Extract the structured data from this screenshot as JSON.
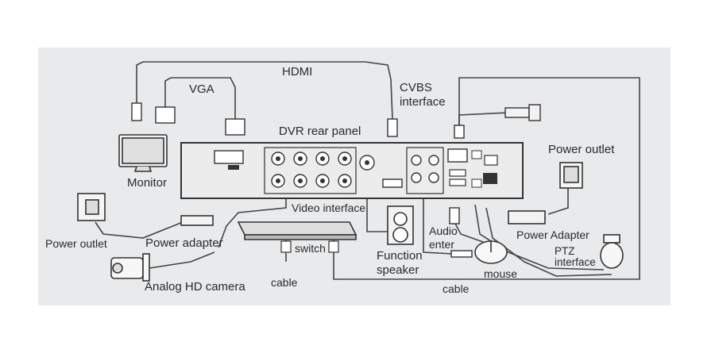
{
  "labels": {
    "hdmi": "HDMI",
    "vga": "VGA",
    "cvbs": "CVBS",
    "cvbs_interface": "interface",
    "dvr_rear_panel": "DVR rear panel",
    "power_outlet_right": "Power outlet",
    "monitor": "Monitor",
    "power_outlet_left": "Power outlet",
    "power_adapter_left": "Power adapter",
    "video_interface": "Video interface",
    "switch": "switch",
    "function_speaker_line1": "Function",
    "function_speaker_line2": "speaker",
    "audio_enter_line1": "Audio",
    "audio_enter_line2": "enter",
    "power_adapter_right": "Power Adapter",
    "ptz_line1": "PTZ",
    "ptz_line2": "interface",
    "mouse": "mouse",
    "cable_left": "cable",
    "cable_bottom": "cable",
    "analog_hd_camera": "Analog HD camera"
  },
  "colors": {
    "background": "#e9eaec",
    "ink": "#2a2a2a",
    "device": "#3a3a3a"
  }
}
